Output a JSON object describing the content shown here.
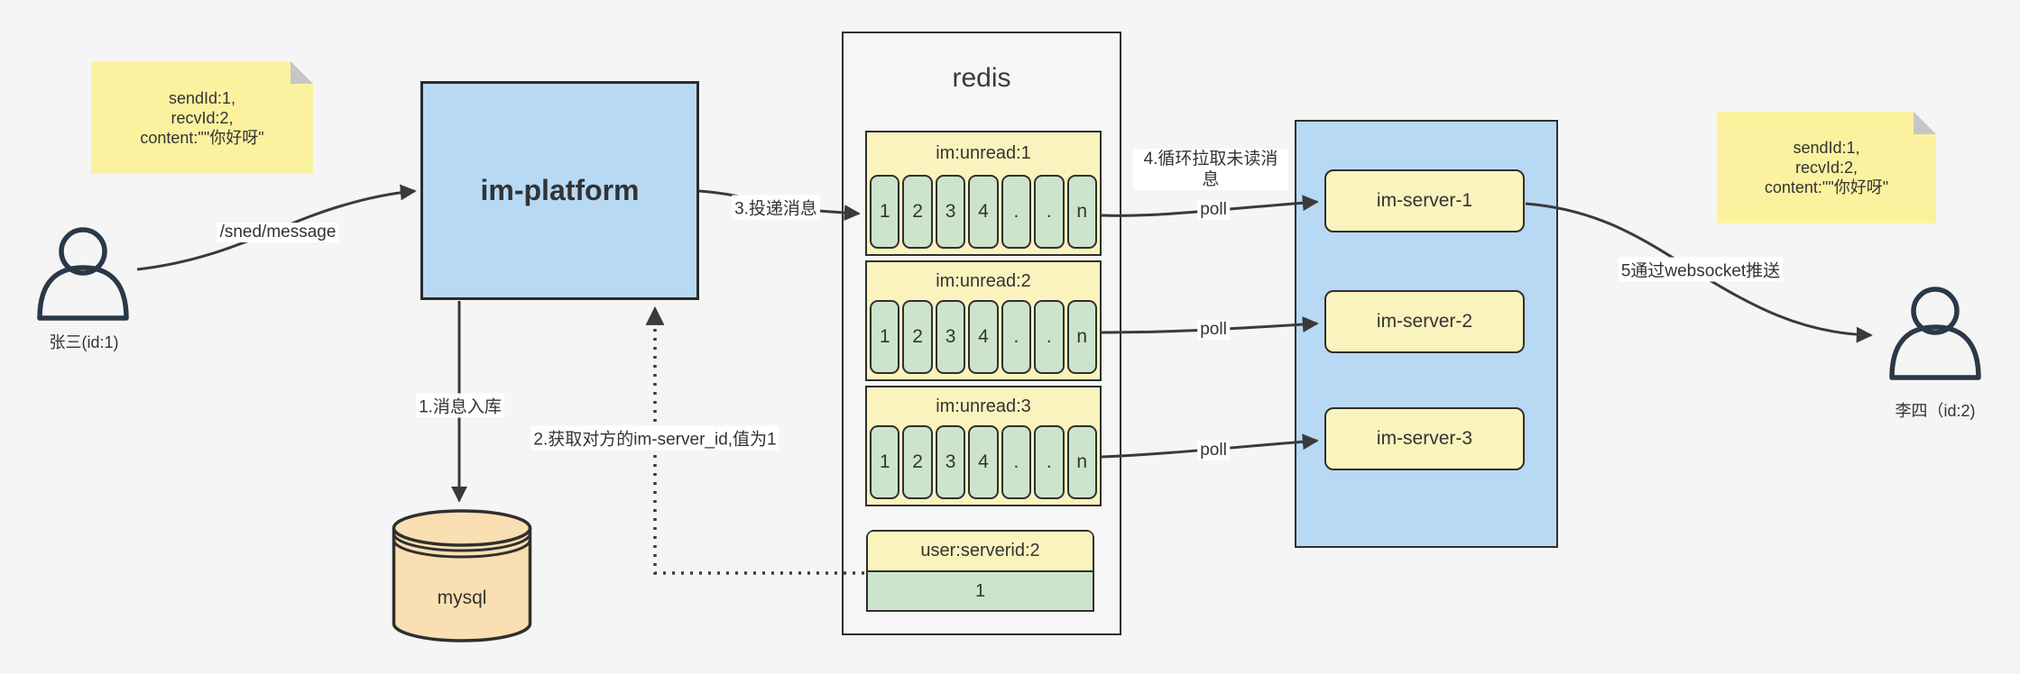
{
  "colors": {
    "background": "#F5F5F5",
    "blue_node": "#B7D9F4",
    "yellow_node": "#FBF3BD",
    "sticky_note": "#FBF2A0",
    "green_cell": "#CCE4CC",
    "mysql_tan": "#FADFB2",
    "border": "#2F2F2F",
    "arrow": "#3A3A3A"
  },
  "sender": {
    "label": "张三(id:1)"
  },
  "receiver": {
    "label": "李四（id:2)"
  },
  "note_left": {
    "line1": "sendId:1,",
    "line2": "recvId:2,",
    "line3": "content:\"\"你好呀\""
  },
  "note_right": {
    "line1": "sendId:1,",
    "line2": "recvId:2,",
    "line3": "content:\"\"你好呀\""
  },
  "platform": {
    "label": "im-platform"
  },
  "mysql": {
    "label": "mysql"
  },
  "redis": {
    "title": "redis",
    "queues": [
      {
        "header": "im:unread:1",
        "cells": [
          "1",
          "2",
          "3",
          "4",
          ".",
          ".",
          "n"
        ]
      },
      {
        "header": "im:unread:2",
        "cells": [
          "1",
          "2",
          "3",
          "4",
          ".",
          ".",
          "n"
        ]
      },
      {
        "header": "im:unread:3",
        "cells": [
          "1",
          "2",
          "3",
          "4",
          ".",
          ".",
          "n"
        ]
      }
    ],
    "serverid": {
      "header": "user:serverid:2",
      "value": "1"
    }
  },
  "servers": [
    {
      "label": "im-server-1"
    },
    {
      "label": "im-server-2"
    },
    {
      "label": "im-server-3"
    }
  ],
  "labels": {
    "route": "/sned/message",
    "step1": "1.消息入库",
    "step2": "2.获取对方的im-server_id,值为1",
    "step3": "3.投递消息",
    "step4": "4.循环拉取未读消息",
    "step5": "5通过websocket推送",
    "poll": "poll"
  }
}
